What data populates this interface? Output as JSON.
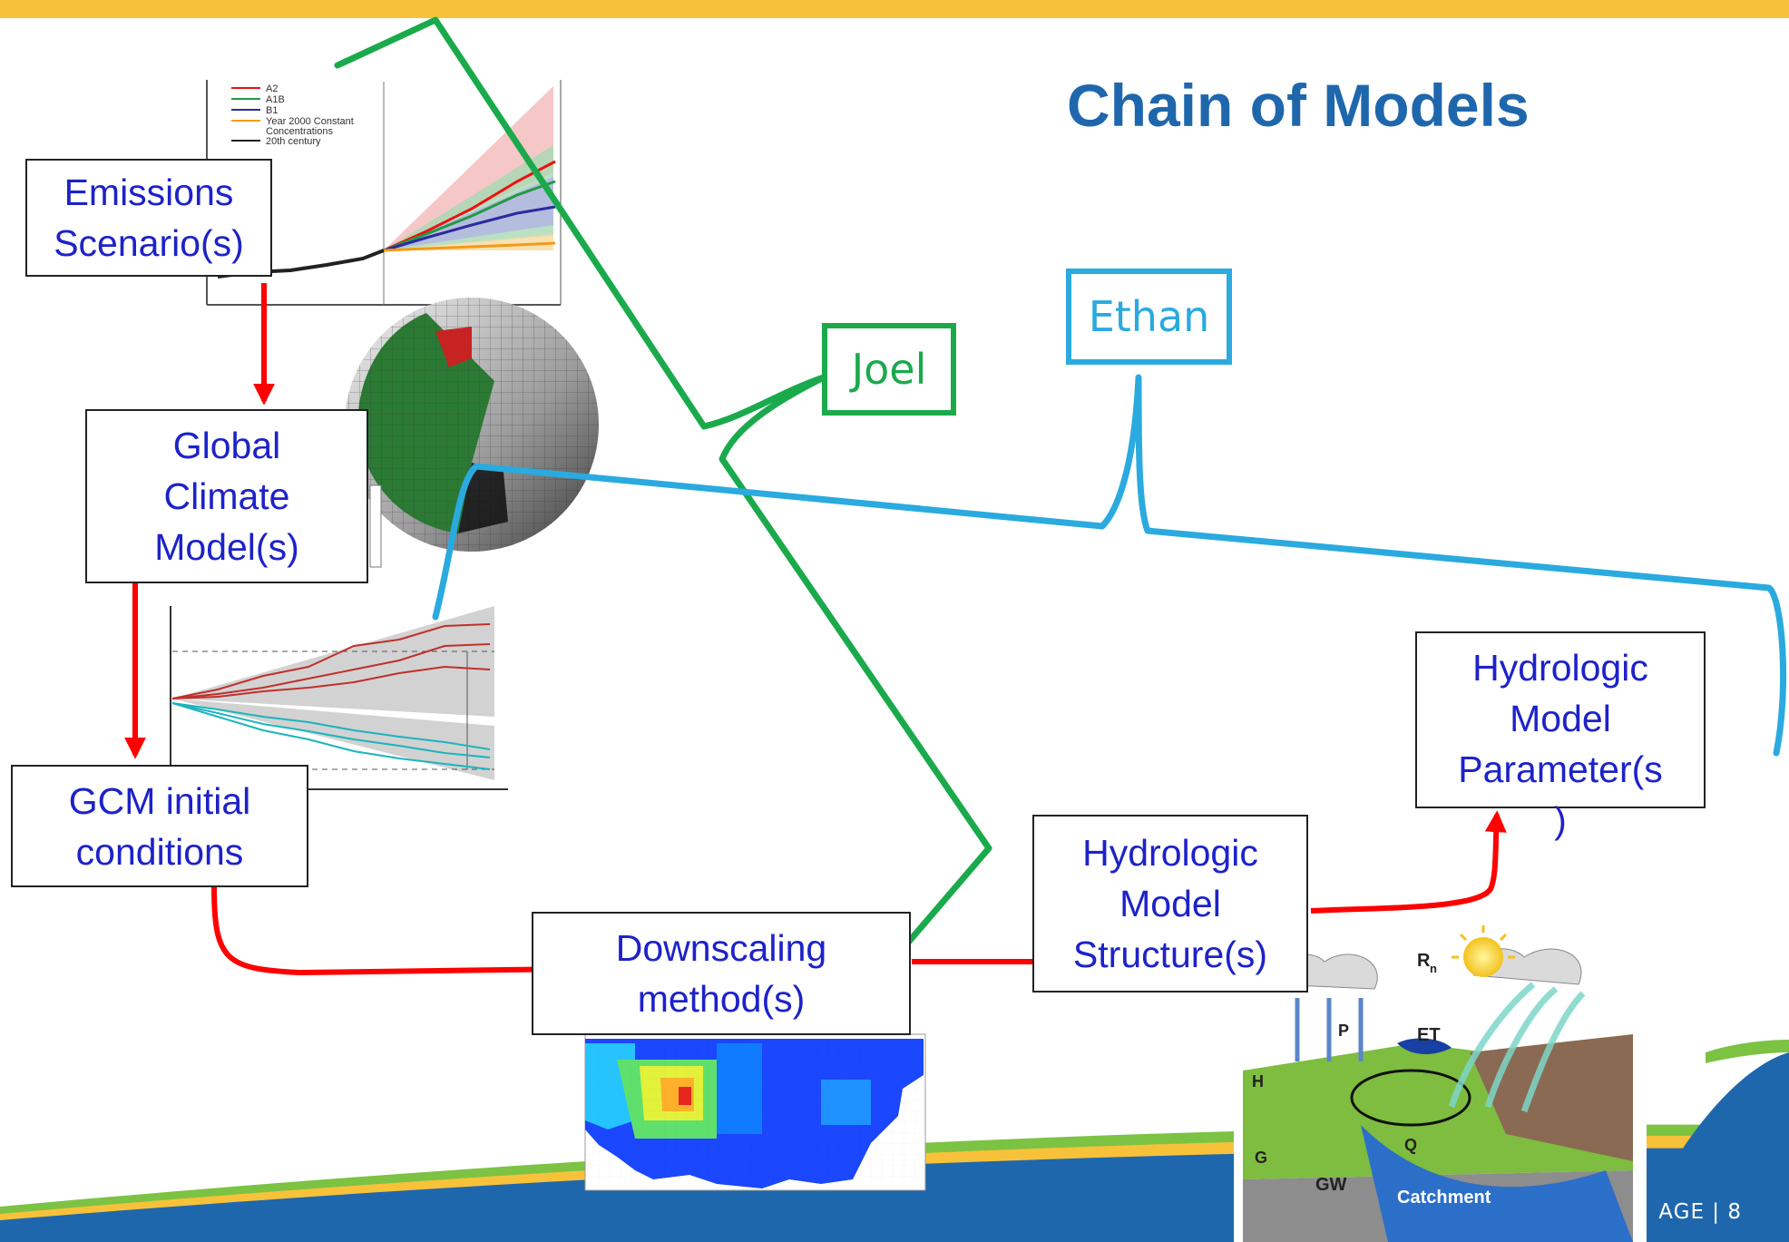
{
  "title": "Chain of Models",
  "page_label": "AGE | 8",
  "nodes": {
    "emissions": "Emissions\nScenario(s)",
    "gcm": "Global\nClimate\nModel(s)",
    "initial": "GCM initial\nconditions",
    "downscaling": "Downscaling\nmethod(s)",
    "structure": "Hydrologic\nModel\nStructure(s)",
    "parameters": "Hydrologic\nModel\nParameter(s\n)"
  },
  "people": {
    "joel": "Joel",
    "ethan": "Ethan"
  },
  "scenario_legend": [
    "A2",
    "A1B",
    "B1",
    "Year 2000 Constant",
    "Concentrations",
    "20th century"
  ],
  "hydro_labels": {
    "rn": "R",
    "rn_sub": "n",
    "et": "ET",
    "p": "P",
    "h": "H",
    "g": "G",
    "gw": "GW",
    "q": "Q",
    "catchment": "Catchment"
  },
  "colors": {
    "top_band": "#f7c23a",
    "bottom_band": "#1f67ad",
    "accent_green": "#7cc243",
    "box_text": "#1d22c9",
    "title": "#1f67ad",
    "arrow": "#ff0000",
    "joel": "#1aaa4c",
    "ethan": "#2aaadf"
  }
}
